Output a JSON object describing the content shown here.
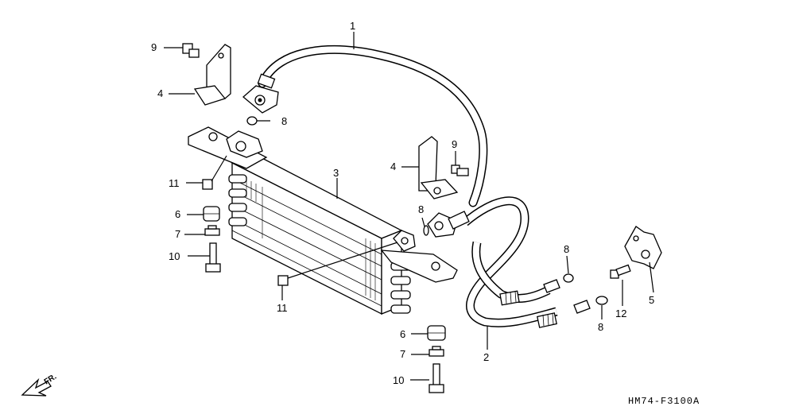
{
  "diagram": {
    "code": "HM74-F3100A",
    "direction": "FR.",
    "callouts": [
      {
        "id": "c1",
        "label": "1"
      },
      {
        "id": "c2",
        "label": "2"
      },
      {
        "id": "c3",
        "label": "3"
      },
      {
        "id": "c4a",
        "label": "4"
      },
      {
        "id": "c4b",
        "label": "4"
      },
      {
        "id": "c5",
        "label": "5"
      },
      {
        "id": "c6a",
        "label": "6"
      },
      {
        "id": "c6b",
        "label": "6"
      },
      {
        "id": "c7a",
        "label": "7"
      },
      {
        "id": "c7b",
        "label": "7"
      },
      {
        "id": "c8a",
        "label": "8"
      },
      {
        "id": "c8b",
        "label": "8"
      },
      {
        "id": "c8c",
        "label": "8"
      },
      {
        "id": "c8d",
        "label": "8"
      },
      {
        "id": "c9a",
        "label": "9"
      },
      {
        "id": "c9b",
        "label": "9"
      },
      {
        "id": "c10a",
        "label": "10"
      },
      {
        "id": "c10b",
        "label": "10"
      },
      {
        "id": "c11a",
        "label": "11"
      },
      {
        "id": "c11b",
        "label": "11"
      },
      {
        "id": "c12",
        "label": "12"
      }
    ]
  }
}
